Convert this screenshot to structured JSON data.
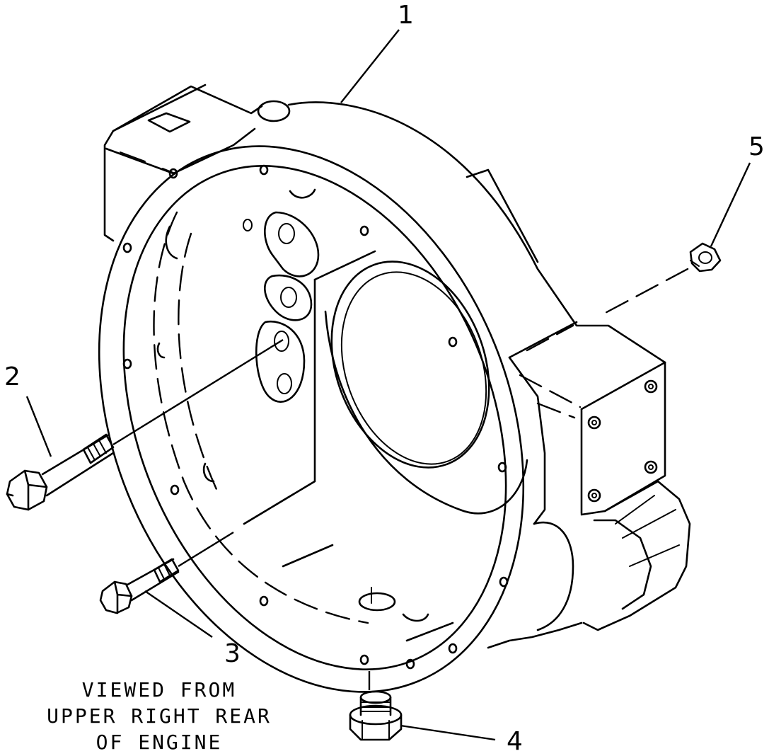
{
  "diagram": {
    "callouts": [
      {
        "id": "1",
        "label": "1"
      },
      {
        "id": "2",
        "label": "2"
      },
      {
        "id": "3",
        "label": "3"
      },
      {
        "id": "4",
        "label": "4"
      },
      {
        "id": "5",
        "label": "5"
      }
    ],
    "caption": {
      "line1": "VIEWED FROM",
      "line2": "UPPER RIGHT REAR",
      "line3": "OF ENGINE"
    }
  }
}
